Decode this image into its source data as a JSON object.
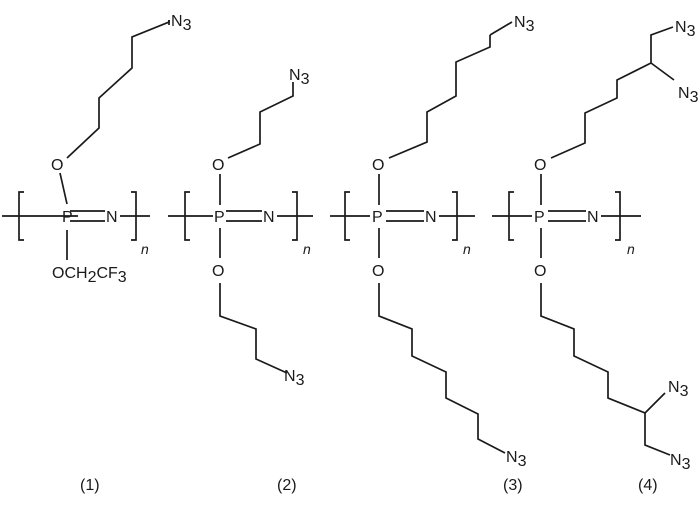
{
  "atoms": {
    "phosphorus": "P",
    "nitrogen": "N",
    "oxygen": "O",
    "azide": "N",
    "azide_sub": "3",
    "repeat_index": "n"
  },
  "trifluoroethoxy": {
    "part1": "OCH",
    "sub1": "2",
    "part2": "CF",
    "sub2": "3"
  },
  "compound_labels": [
    "(1)",
    "(2)",
    "(3)",
    "(4)"
  ]
}
